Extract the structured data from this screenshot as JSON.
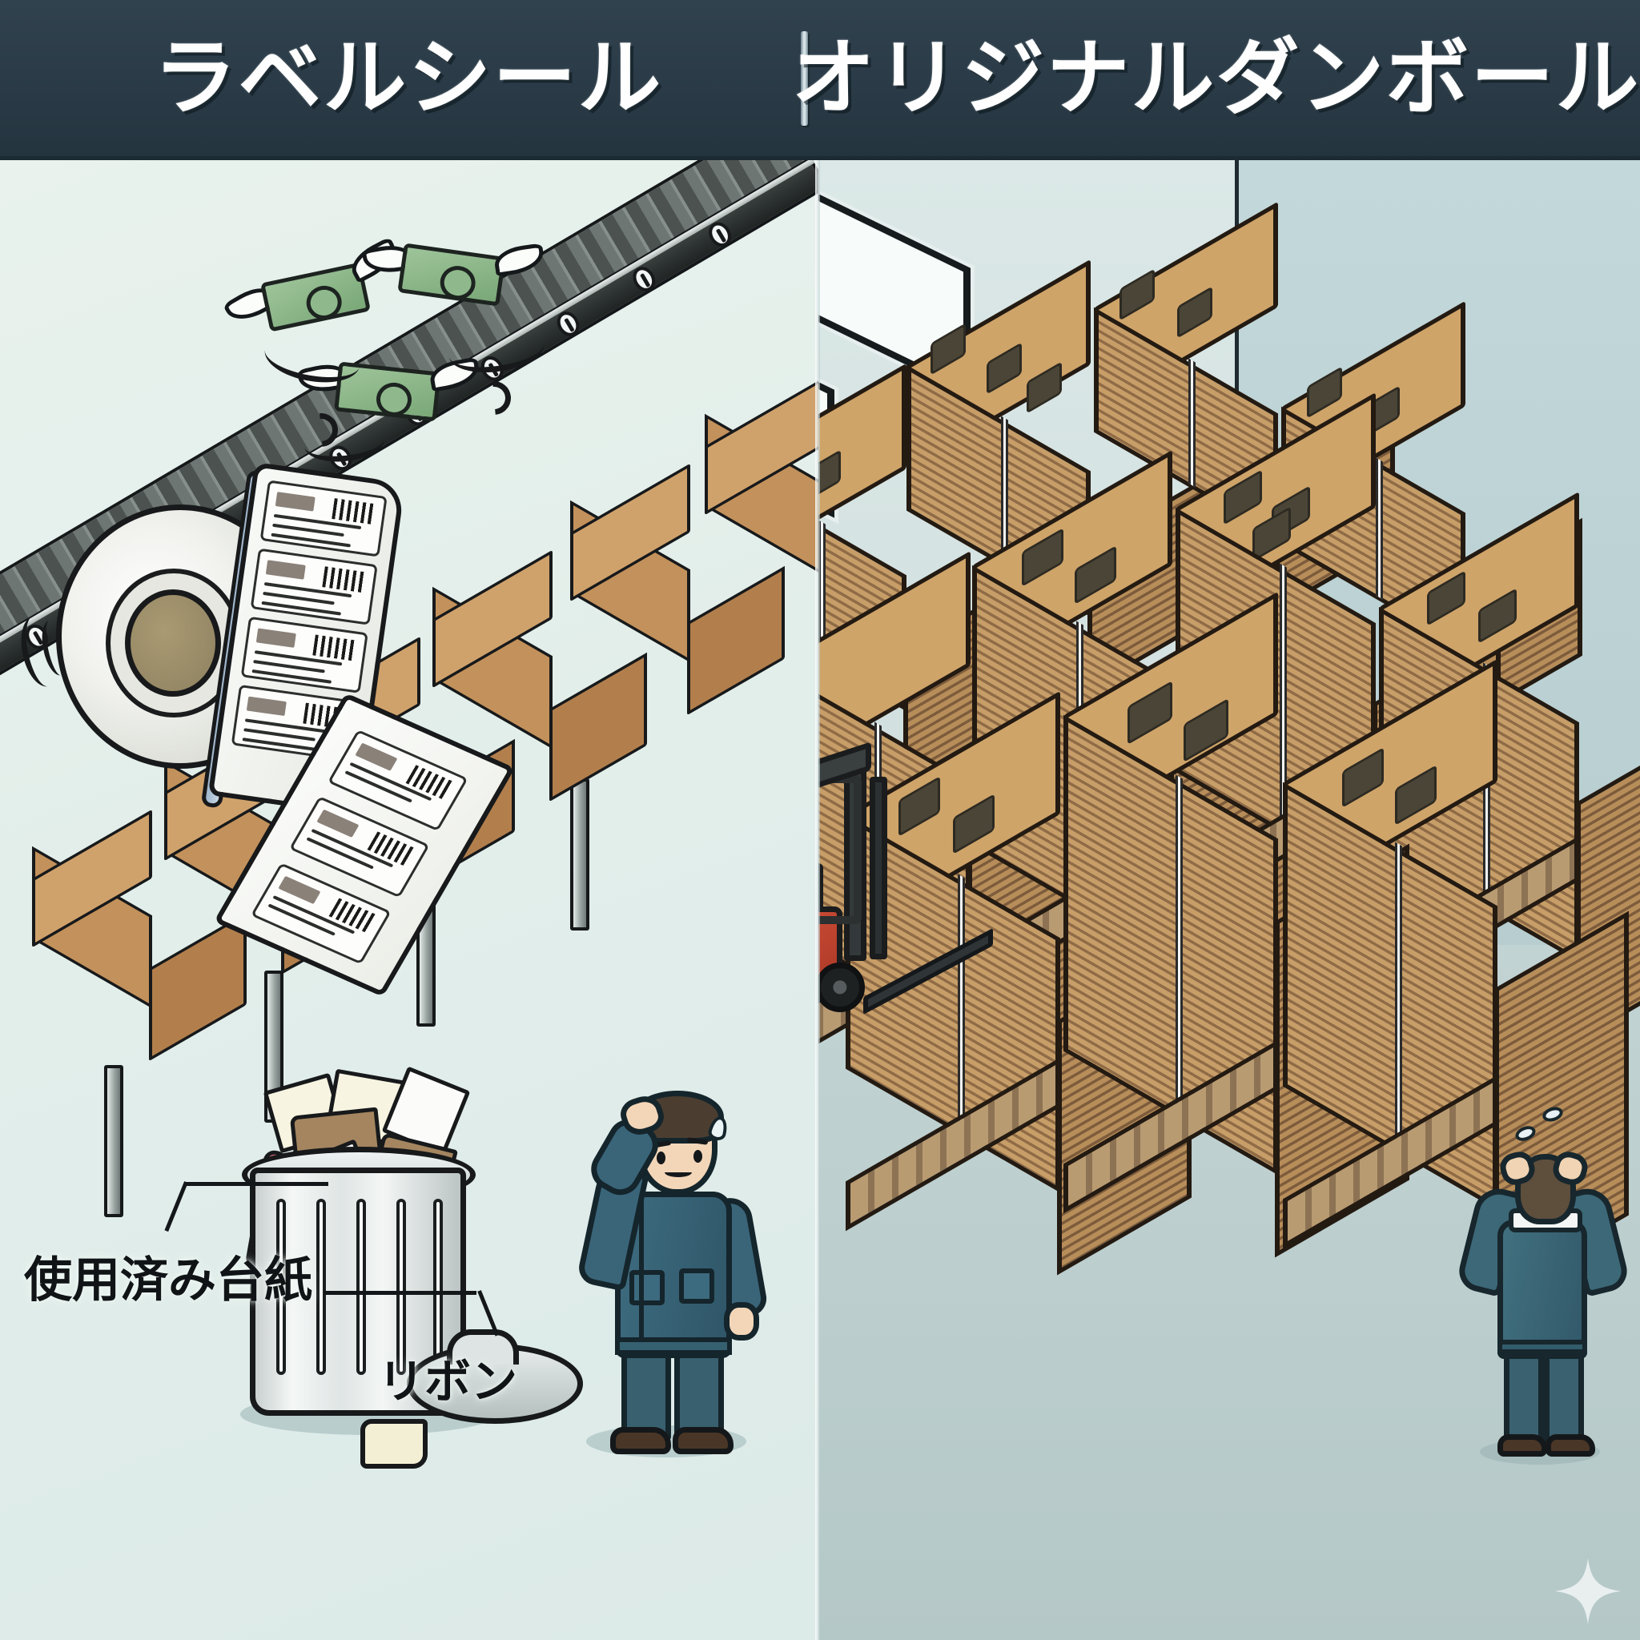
{
  "header": {
    "left_title": "ラベルシール",
    "right_title": "オリジナルダンボール",
    "divider": "|",
    "bg_color": "#2a3b47",
    "text_color": "#fdfefd"
  },
  "left_panel": {
    "theme": "label-sticker-workflow",
    "bg_color": "#e6f0ec",
    "annotations": [
      {
        "id": "used-backing",
        "label": "使用済み台紙"
      },
      {
        "id": "ribbon",
        "label": "リボン"
      }
    ],
    "scene": {
      "label_roll": {
        "name": "label-roll",
        "label_count": 5,
        "core_color": "#9b8d68"
      },
      "conveyor": {
        "name": "roller-conveyor",
        "box_count": 6,
        "roller_color": "#6e7673",
        "box_color": "#cfa269"
      },
      "flying_money": {
        "count": 3,
        "bill_color": "#8cb489",
        "note": "winged banknotes flying away"
      },
      "trash_can": {
        "name": "trash-can",
        "contents": "used backing paper and red ribbons",
        "overflowing": true
      },
      "worker": {
        "name": "worried-worker",
        "pose": "scratching head",
        "uniform_color": "#366073",
        "sweat_drop": true
      }
    }
  },
  "right_panel": {
    "theme": "original-corrugated-box-warehouse",
    "bg_color": "#c0d4d5",
    "scene": {
      "windows": {
        "count": 2
      },
      "pallet_stacks": {
        "count": 9,
        "material": "flat corrugated cardboard sheets",
        "strapped": true,
        "board_color": "#cfa469"
      },
      "forklift": {
        "name": "forklift",
        "body_color": "#c34a33",
        "mast_color": "#33393a"
      },
      "worker": {
        "name": "overwhelmed-worker",
        "pose": "hands on head, back view",
        "uniform_color": "#3c6877",
        "sweat_drops": 2
      }
    }
  },
  "watermark": {
    "name": "sparkle",
    "shape": "four-pointed-star"
  }
}
